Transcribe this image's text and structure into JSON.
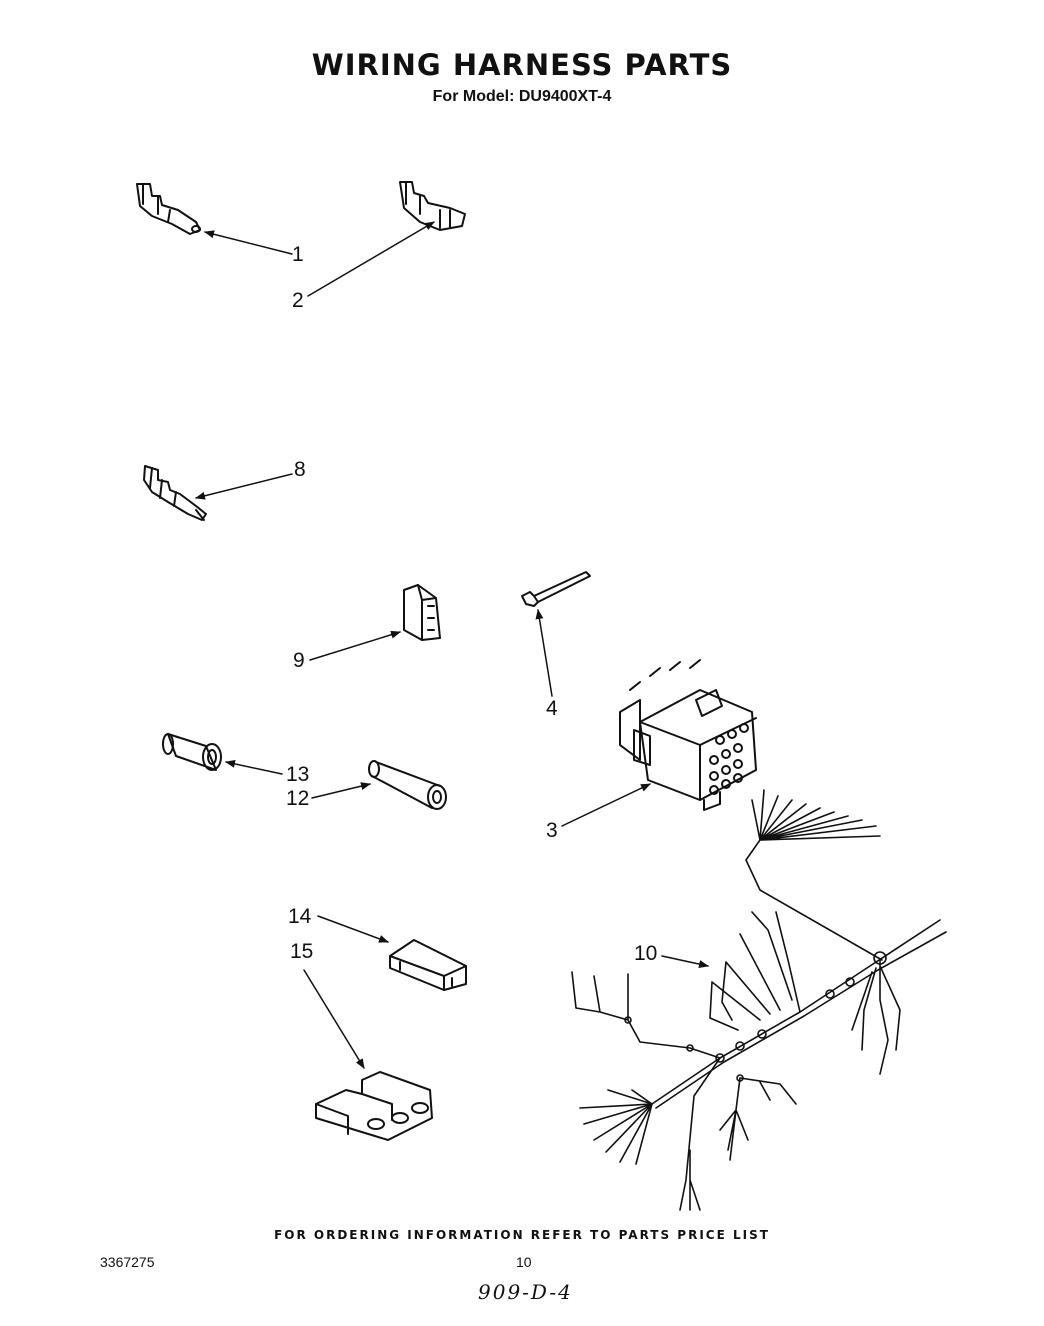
{
  "header": {
    "title": "WIRING HARNESS PARTS",
    "subtitle": "For Model: DU9400XT-4"
  },
  "callouts": {
    "c1": "1",
    "c2": "2",
    "c3": "3",
    "c4": "4",
    "c8": "8",
    "c9": "9",
    "c10": "10",
    "c12": "12",
    "c13": "13",
    "c14": "14",
    "c15": "15"
  },
  "footer": {
    "ordering_note": "FOR ORDERING INFORMATION REFER TO PARTS PRICE LIST",
    "document_number": "3367275",
    "page_number": "10",
    "handwritten_code": "909-D-4"
  }
}
